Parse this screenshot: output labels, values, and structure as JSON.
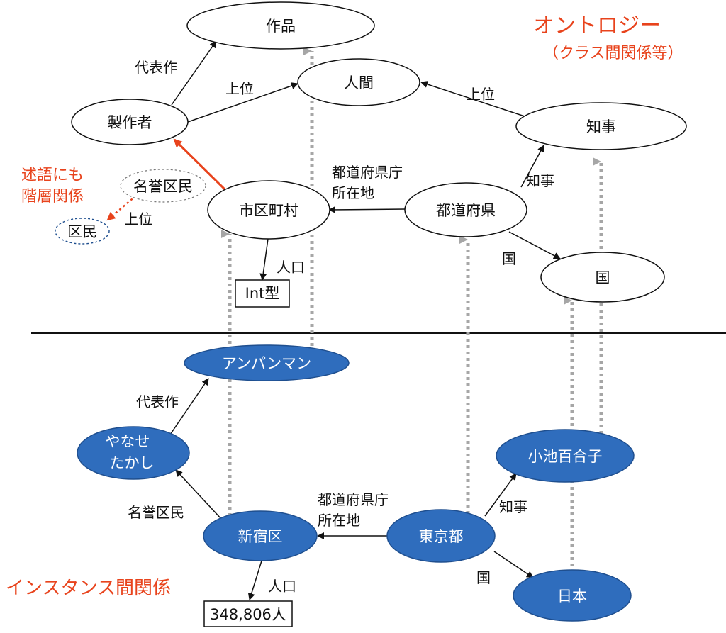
{
  "colors": {
    "instance_fill": "#2f6dbd",
    "instance_stroke": "#1f4f8f",
    "accent_red": "#e8431c",
    "dotted_arrow": "#a6a6a6"
  },
  "ontology": {
    "title": "オントロジー",
    "subtitle": "（クラス間関係等）",
    "nodes": {
      "sakuhin": "作品",
      "ningen": "人間",
      "seisakusha": "製作者",
      "chiji": "知事",
      "shikuchoson": "市区町村",
      "todofuken": "都道府県",
      "kuni": "国",
      "meiyokumin": "名誉区民",
      "kumin": "区民",
      "int_type": "Int型"
    },
    "edges": {
      "daihyosaku": "代表作",
      "joi_1": "上位",
      "joi_2": "上位",
      "joi_3": "上位",
      "chiji": "知事",
      "kenchou_1": "都道府県庁",
      "kenchou_2": "所在地",
      "kuni": "国",
      "jinkou": "人口"
    },
    "predicate_note_1": "述語にも",
    "predicate_note_2": "階層関係"
  },
  "instance": {
    "title": "インスタンス間関係",
    "nodes": {
      "anpanman": "アンパンマン",
      "yanase_1": "やなせ",
      "yanase_2": "たかし",
      "koike": "小池百合子",
      "shinjuku": "新宿区",
      "tokyo": "東京都",
      "nihon": "日本",
      "population_value": "348,806人"
    },
    "edges": {
      "daihyosaku": "代表作",
      "meiyokumin": "名誉区民",
      "kenchou_1": "都道府県庁",
      "kenchou_2": "所在地",
      "chiji": "知事",
      "kuni": "国",
      "jinkou": "人口"
    }
  }
}
